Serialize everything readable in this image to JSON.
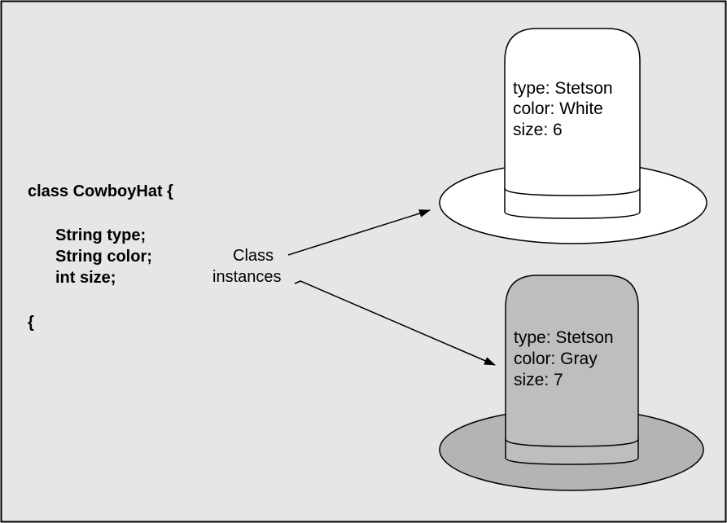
{
  "colors": {
    "background": "#E6E6E6",
    "border": "#000000",
    "white_hat": "#FFFFFF",
    "gray_hat": "#BEBEBE",
    "gray_brim": "#B4B4B4"
  },
  "code": {
    "class_line": "class CowboyHat {",
    "fields": [
      "String type;",
      "String color;",
      "int size;"
    ],
    "closing": "{"
  },
  "annotation": {
    "line1": "Class",
    "line2": "instances"
  },
  "hats": [
    {
      "lines": [
        "type: Stetson",
        "color: White",
        "size: 6"
      ]
    },
    {
      "lines": [
        "type: Stetson",
        "color: Gray",
        "size: 7"
      ]
    }
  ]
}
